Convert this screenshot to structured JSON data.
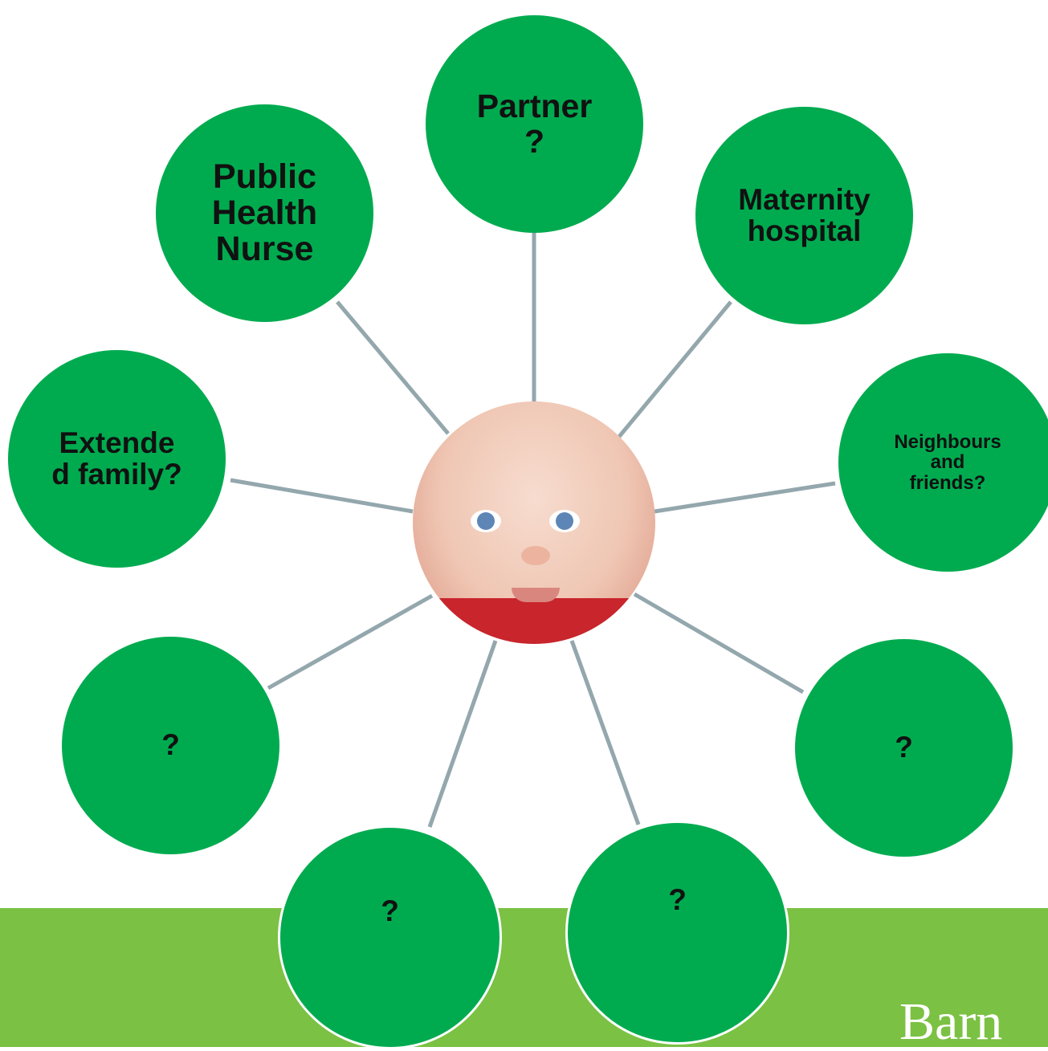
{
  "diagram": {
    "colors": {
      "node_fill": "#00ab4f",
      "connector": "#93a7ad",
      "band": "#7bc143",
      "node_outline": "#ffffff"
    },
    "center": {
      "icon": "baby-photo"
    },
    "nodes": [
      {
        "id": "partner",
        "lines": [
          "Partner",
          "?"
        ]
      },
      {
        "id": "maternity-hospital",
        "lines": [
          "Maternity",
          "hospital"
        ]
      },
      {
        "id": "neighbours-friends",
        "lines": [
          "Neighbours",
          "and",
          "friends?"
        ]
      },
      {
        "id": "right-question",
        "lines": [
          "?"
        ]
      },
      {
        "id": "bottom-right-question",
        "lines": [
          "?"
        ]
      },
      {
        "id": "bottom-left-question",
        "lines": [
          "?"
        ]
      },
      {
        "id": "left-question",
        "lines": [
          "?"
        ]
      },
      {
        "id": "extended-family",
        "lines": [
          "Extende",
          "d family?"
        ]
      },
      {
        "id": "public-health-nurse",
        "lines": [
          "Public",
          "Health",
          "Nurse"
        ]
      }
    ]
  },
  "brand": {
    "text": "Barn"
  }
}
